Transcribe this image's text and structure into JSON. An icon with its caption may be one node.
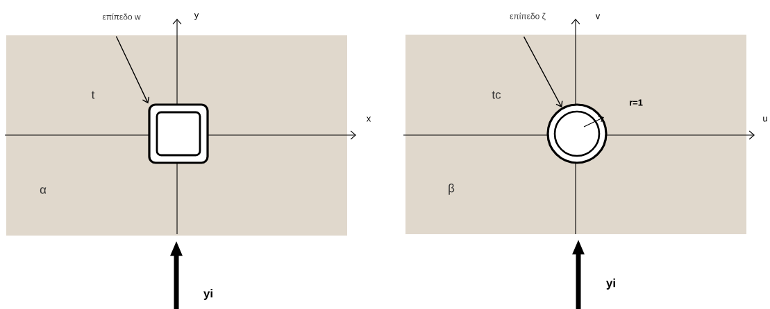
{
  "diagram": {
    "nodes": [
      {
        "text": [
          "t",
          "α"
        ]
      },
      {
        "text": [],
        "shape": "box",
        "in": 0
      },
      {
        "text": [
          "επίπεδο w"
        ]
      },
      {
        "text": [
          "tc",
          "β"
        ]
      },
      {
        "text": [],
        "shape": "circle",
        "in": 3
      },
      {
        "text": [
          "επίπεδο ζ"
        ]
      }
    ],
    "edges": [
      {
        "from": 2,
        "to": 1,
        "arrow": "to"
      },
      {
        "from": null,
        "to": 0,
        "arrow": "to",
        "style": "thick",
        "label": "yi"
      },
      {
        "from": 5,
        "to": 4,
        "arrow": "to"
      },
      {
        "from": null,
        "to": 3,
        "arrow": "to",
        "style": "thick",
        "label": "yi"
      }
    ],
    "labels": [
      "y",
      "x",
      "v",
      "r=1",
      "u"
    ]
  }
}
